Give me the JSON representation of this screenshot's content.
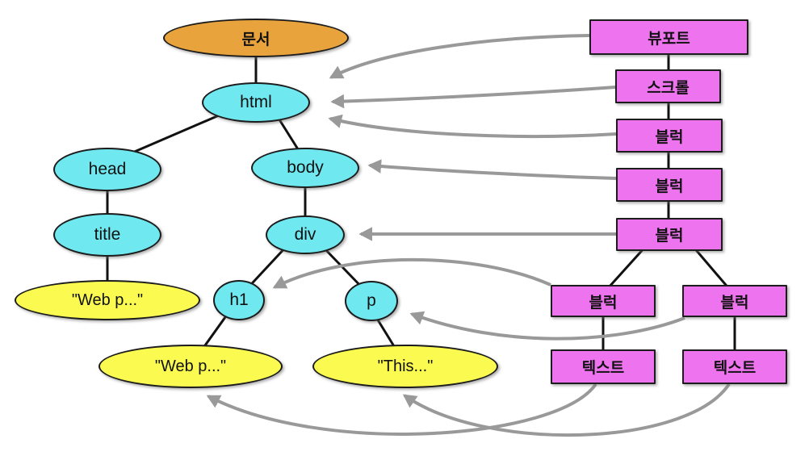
{
  "dom_tree": {
    "document": "문서",
    "html": "html",
    "head": "head",
    "title": "title",
    "title_text": "\"Web p...\"",
    "body": "body",
    "div": "div",
    "h1": "h1",
    "p": "p",
    "h1_text": "\"Web p...\"",
    "p_text": "\"This...\""
  },
  "render_tree": {
    "viewport": "뷰포트",
    "scroll": "스크롤",
    "block_html": "블럭",
    "block_body": "블럭",
    "block_div": "블럭",
    "block_h1": "블럭",
    "block_p": "블럭",
    "text_h1": "텍스트",
    "text_p": "텍스트"
  },
  "colors": {
    "document_fill": "#E8A33D",
    "element_fill": "#6FE8F0",
    "text_node_fill": "#FAFA50",
    "render_box_fill": "#EE73EE",
    "tree_edge": "#111111",
    "mapping_arrow": "#999999",
    "background": "#FFFFFF"
  }
}
